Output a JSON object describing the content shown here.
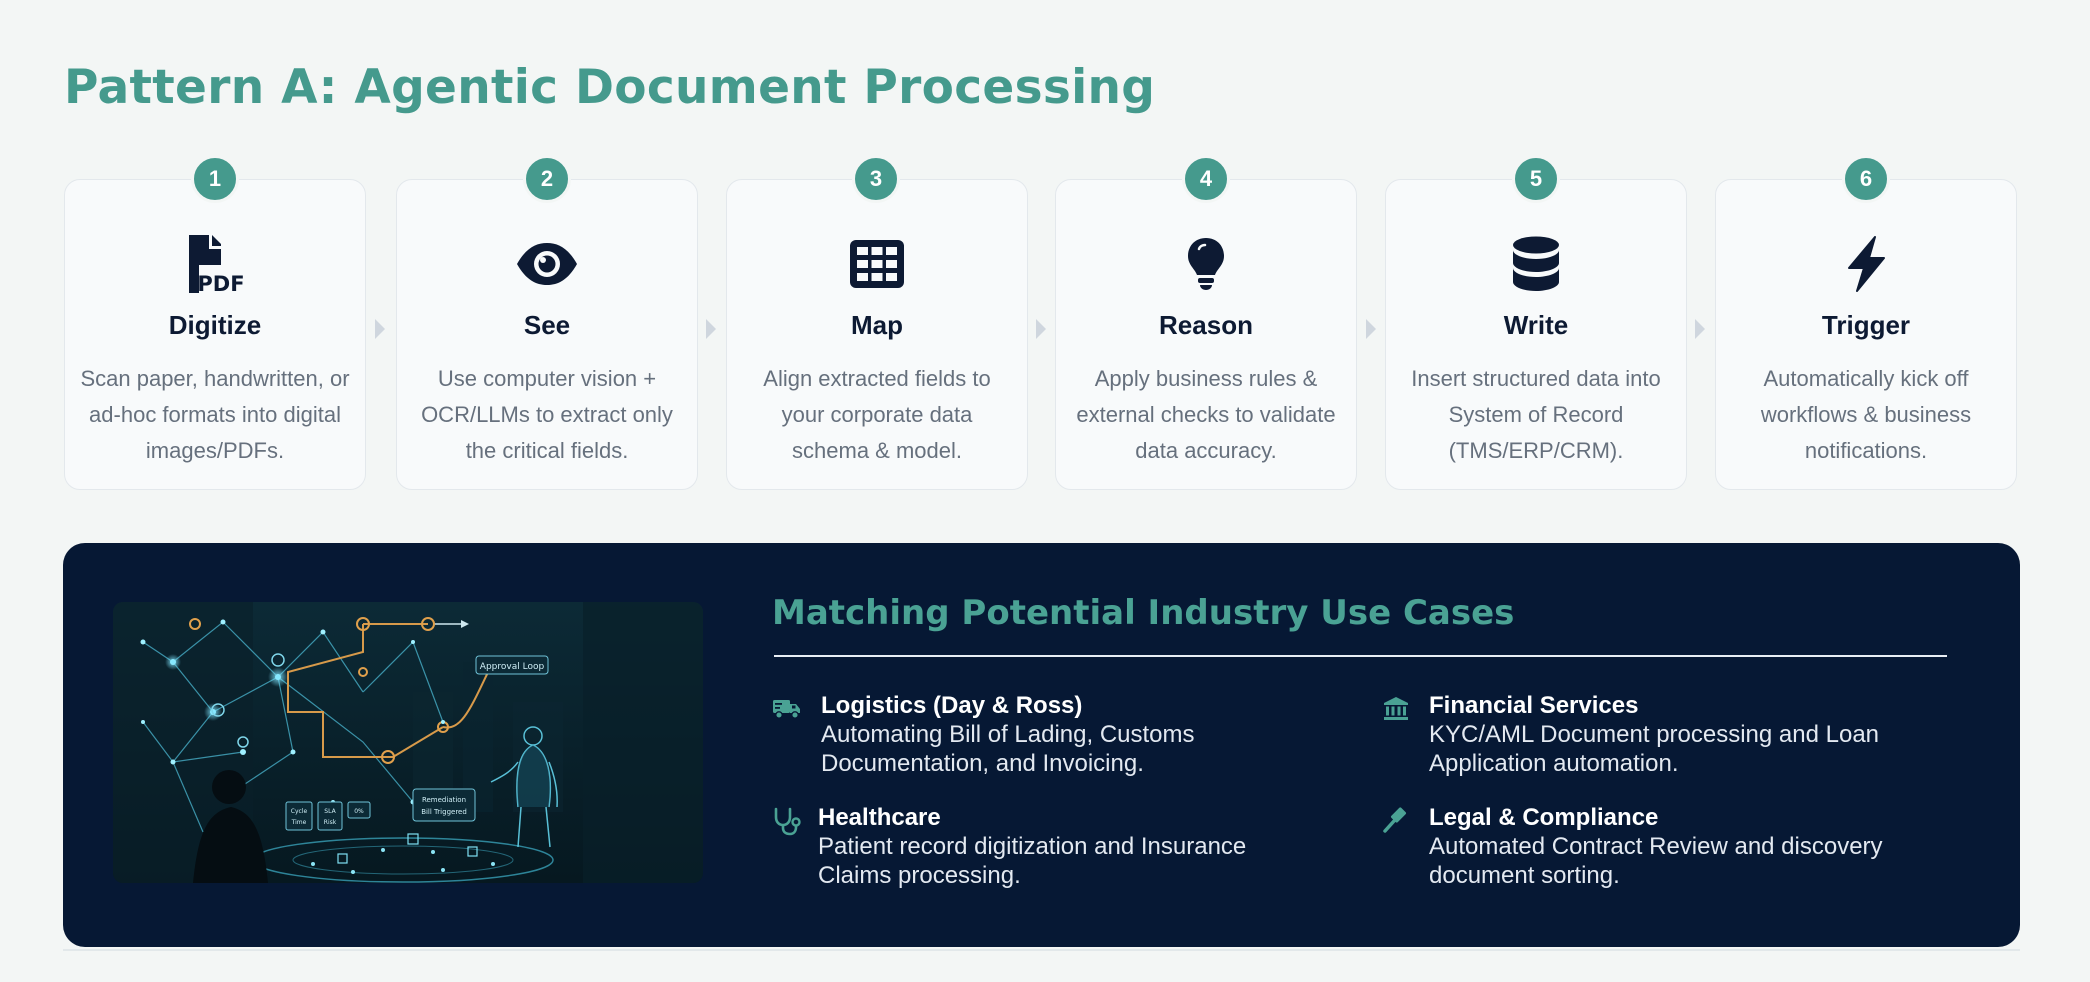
{
  "page": {
    "title": "Pattern A: Agentic Document Processing"
  },
  "steps": [
    {
      "number": "1",
      "title": "Digitize",
      "icon": "pdf-file-icon",
      "description": "Scan paper, handwritten, or ad-hoc formats into digital images/PDFs."
    },
    {
      "number": "2",
      "title": "See",
      "icon": "eye-icon",
      "description": "Use computer vision + OCR/LLMs to extract only the critical fields."
    },
    {
      "number": "3",
      "title": "Map",
      "icon": "grid-table-icon",
      "description": "Align extracted fields to your corporate data schema & model."
    },
    {
      "number": "4",
      "title": "Reason",
      "icon": "lightbulb-icon",
      "description": "Apply business rules & external checks to validate data accuracy."
    },
    {
      "number": "5",
      "title": "Write",
      "icon": "database-icon",
      "description": "Insert structured data into System of Record (TMS/ERP/CRM)."
    },
    {
      "number": "6",
      "title": "Trigger",
      "icon": "lightning-bolt-icon",
      "description": "Automatically kick off workflows & business notifications."
    }
  ],
  "usecases": {
    "title": "Matching Potential Industry Use Cases",
    "items": [
      {
        "title": "Logistics (Day & Ross)",
        "icon": "truck-icon",
        "description": "Automating Bill of   Lading, Customs\nDocumentation, and Invoicing."
      },
      {
        "title": "Financial Services",
        "icon": "bank-icon",
        "description": "KYC/AML Document processing and Loan\nApplication automation."
      },
      {
        "title": "Healthcare",
        "icon": "stethoscope-icon",
        "description": "Patient record digitization and Insurance\nClaims processing."
      },
      {
        "title": "Legal & Compliance",
        "icon": "gavel-icon",
        "description": "Automated Contract Review and discovery\ndocument sorting."
      }
    ]
  },
  "illustration": {
    "labels": [
      "Approval Loop",
      "Remediation",
      "Bill Triggered",
      "Cycle",
      "Time",
      "SLA",
      "Risk",
      "0%"
    ]
  },
  "colors": {
    "accent": "#459a8d",
    "panel_background": "#061834",
    "heading_dark": "#0d1a33",
    "text_muted": "#66707d",
    "card_background": "#f8fafb"
  }
}
